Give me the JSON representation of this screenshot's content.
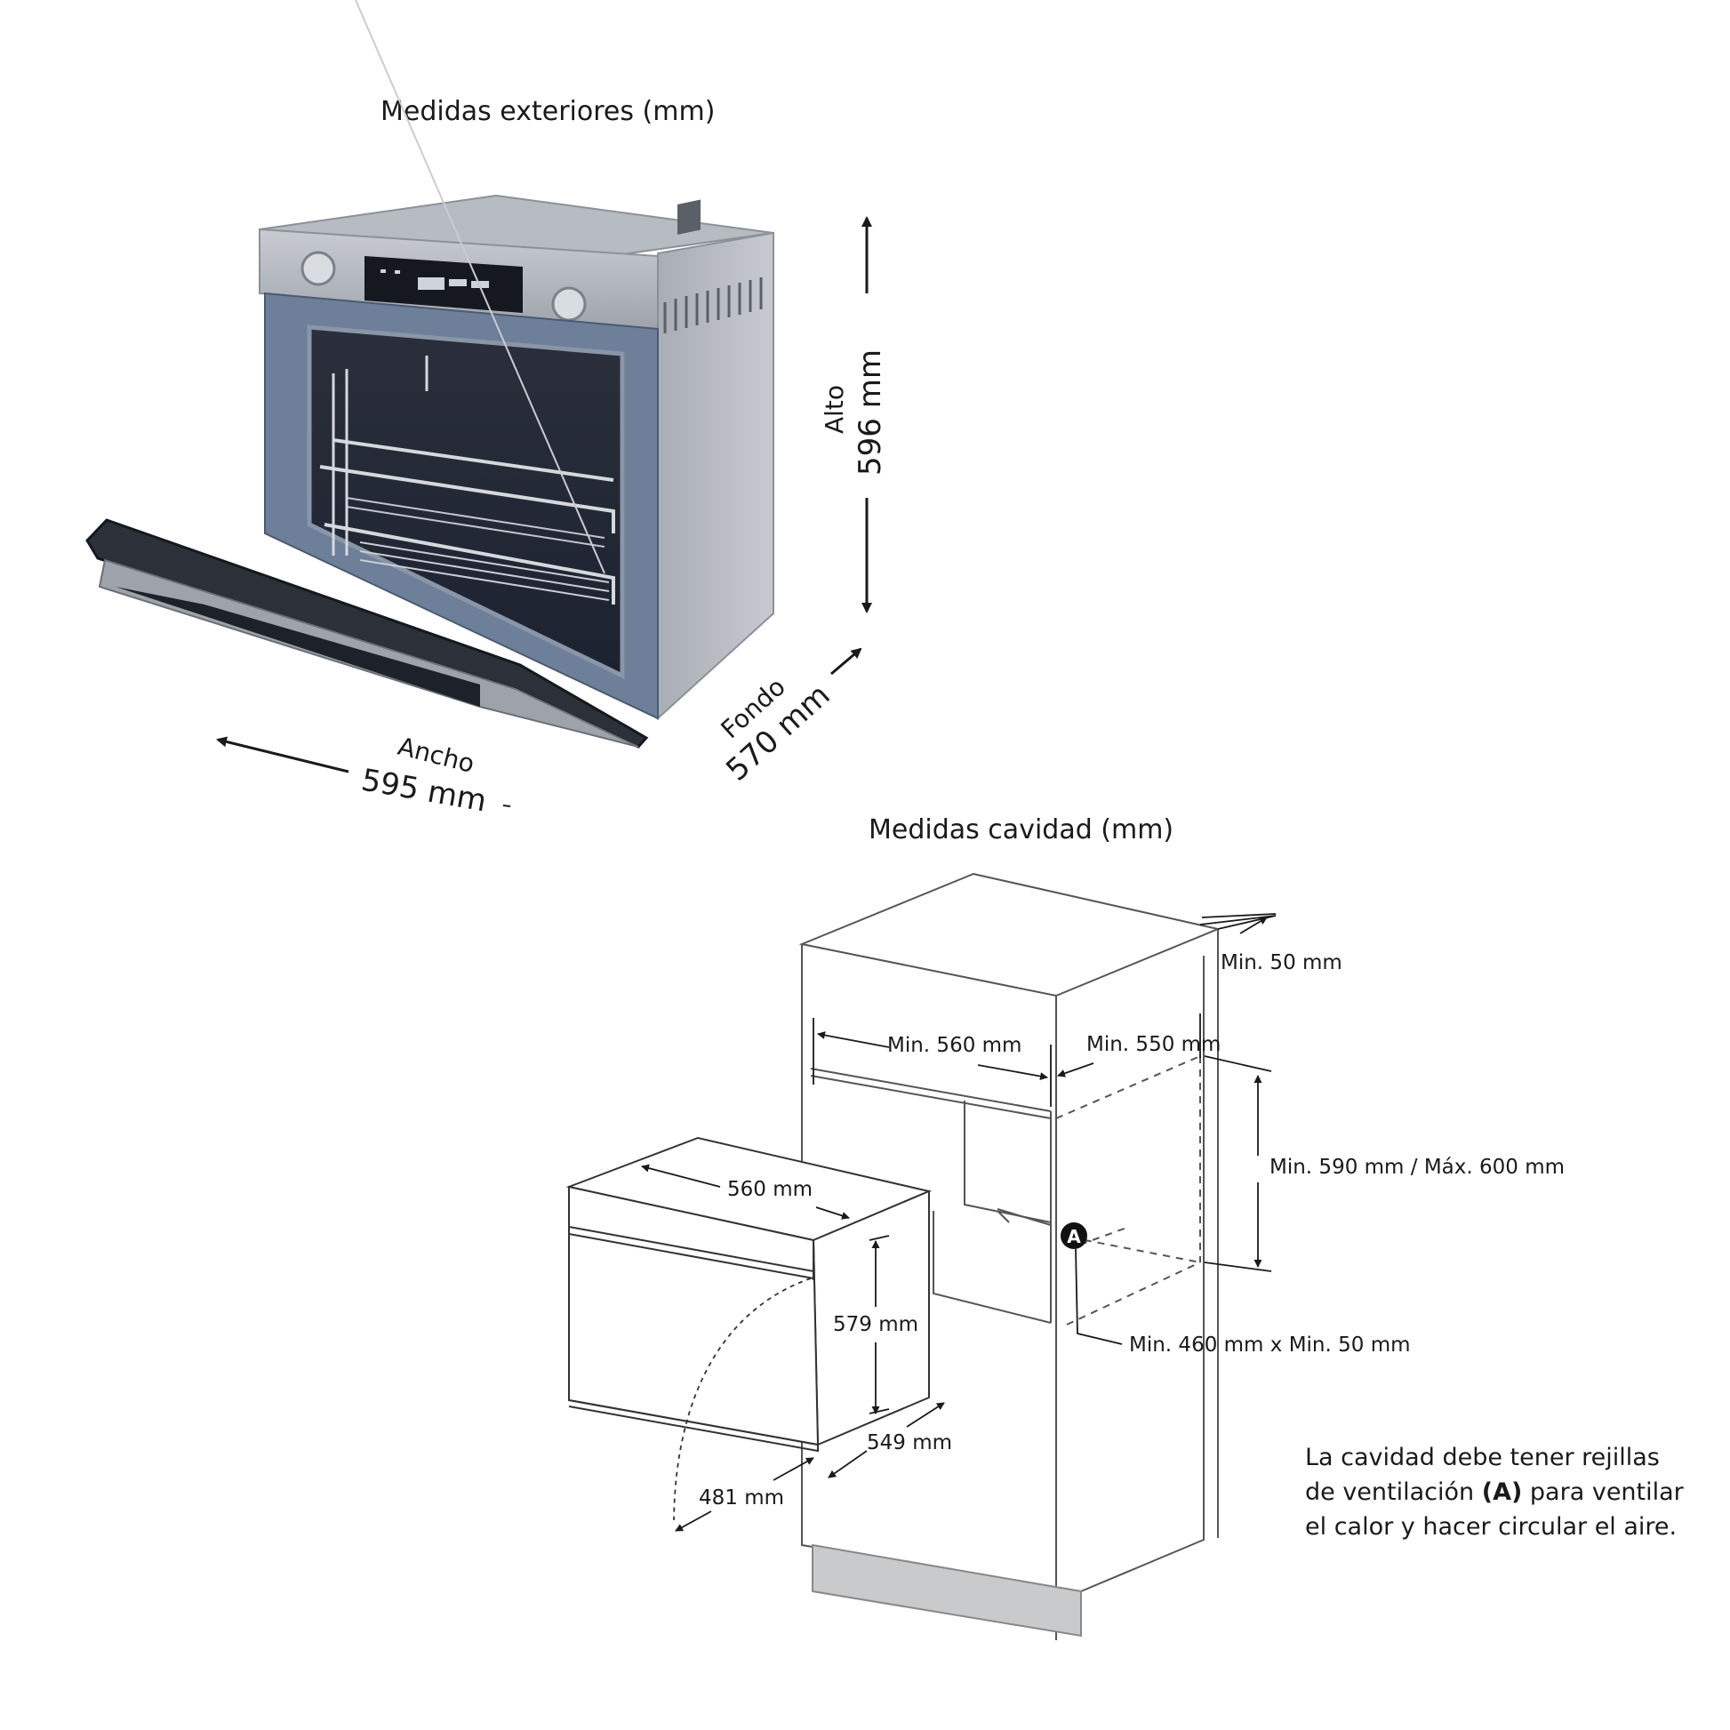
{
  "top_section": {
    "title": "Medidas exteriores (mm)",
    "alto_label": "Alto",
    "alto_value": "596 mm",
    "fondo_label": "Fondo",
    "fondo_value": "570 mm",
    "ancho_label": "Ancho",
    "ancho_value": "595 mm"
  },
  "bottom_section": {
    "title": "Medidas cavidad (mm)",
    "min_50": "Min. 50 mm",
    "min_560": "Min. 560 mm",
    "min_550": "Min. 550 mm",
    "min_590_max_600": "Min. 590 mm / Máx. 600 mm",
    "vent_marker": "A",
    "min_460_x_50": "Min. 460 mm x Min. 50 mm",
    "oven_560": "560 mm",
    "oven_579": "579 mm",
    "oven_549": "549 mm",
    "oven_481": "481 mm",
    "note_line1": "La cavidad debe tener rejillas",
    "note_line2_pre": "de ventilación",
    "note_line2_bold": "(A)",
    "note_line2_post": "para ventilar",
    "note_line3": "el calor y hacer circular el aire."
  }
}
